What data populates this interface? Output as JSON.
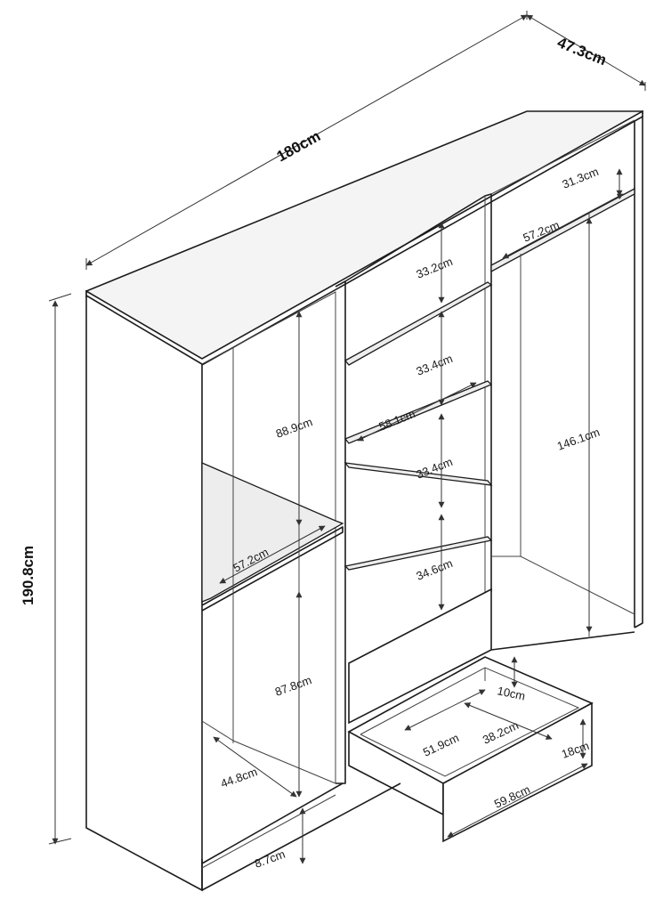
{
  "dimensions": {
    "overall_width": "180cm",
    "overall_depth": "47.3cm",
    "overall_height": "190.8cm",
    "left_upper_height": "88.9cm",
    "left_shelf_width": "57.2cm",
    "left_lower_height": "87.8cm",
    "left_bottom_depth": "44.8cm",
    "plinth_height": "8.7cm",
    "middle_shelf_1": "33.2cm",
    "middle_shelf_2": "33.4cm",
    "middle_shelf_width": "58.1cm",
    "middle_shelf_3": "33.4cm",
    "middle_shelf_4": "34.6cm",
    "right_top_height": "31.3cm",
    "right_shelf_width": "57.2cm",
    "right_hanging_height": "146.1cm",
    "drawer_inner_height": "10cm",
    "drawer_depth": "51.9cm",
    "drawer_inner_width": "38.2cm",
    "drawer_front_height": "18cm",
    "drawer_front_width": "59.8cm"
  }
}
